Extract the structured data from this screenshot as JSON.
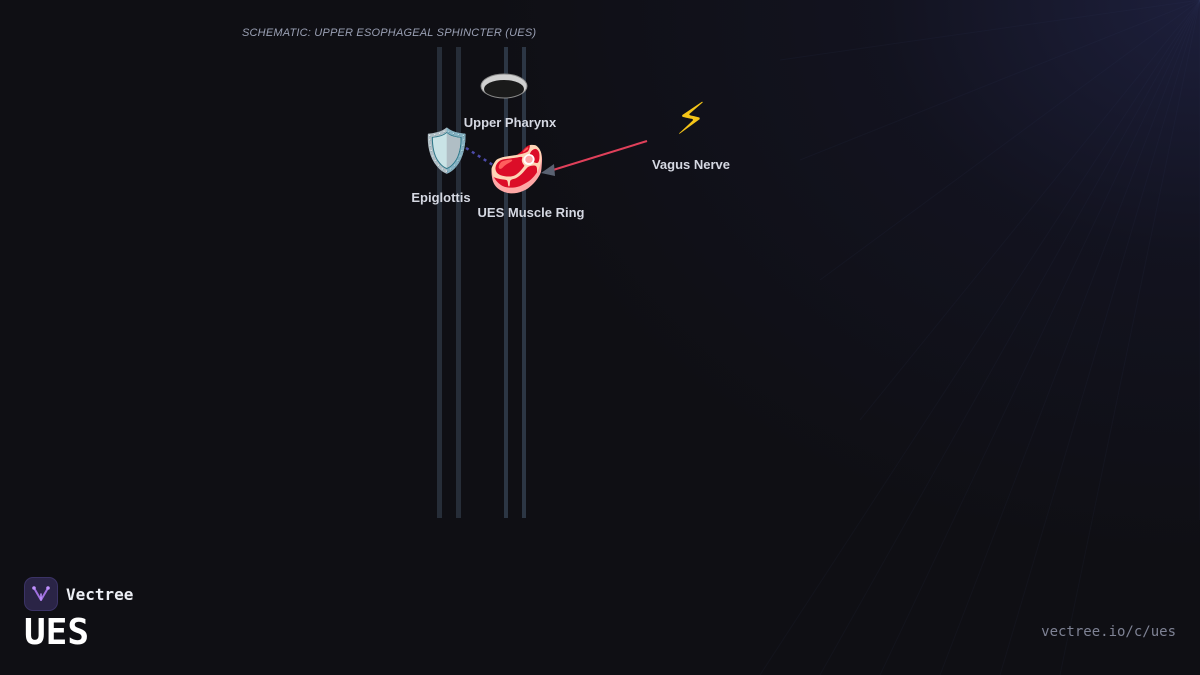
{
  "schematic": {
    "title": "SCHEMATIC: UPPER ESOPHAGEAL SPHINCTER (UES)"
  },
  "nodes": [
    {
      "id": "upper-pharynx",
      "label": "Upper Pharynx",
      "icon": "pharynx-ring-icon"
    },
    {
      "id": "epiglottis",
      "label": "Epiglottis",
      "icon": "shield-icon",
      "emoji": "🛡️"
    },
    {
      "id": "ues-muscle-ring",
      "label": "UES Muscle Ring",
      "icon": "muscle-meat-icon",
      "emoji": "🥩"
    },
    {
      "id": "vagus-nerve",
      "label": "Vagus Nerve",
      "icon": "lightning-icon",
      "emoji": "⚡"
    }
  ],
  "edges": [
    {
      "from": "epiglottis",
      "to": "ues-muscle-ring",
      "style": "dotted",
      "color": "#4c4aa8"
    },
    {
      "from": "vagus-nerve",
      "to": "ues-muscle-ring",
      "style": "arrow",
      "color": "#e0405a"
    }
  ],
  "colors": {
    "background": "#0f0f14",
    "tube": "#2a3240",
    "accent_purple": "#a070e0"
  },
  "brand": {
    "name": "Vectree",
    "logo_icon": "vectree-logo-icon"
  },
  "page": {
    "title": "UES",
    "url": "vectree.io/c/ues"
  }
}
